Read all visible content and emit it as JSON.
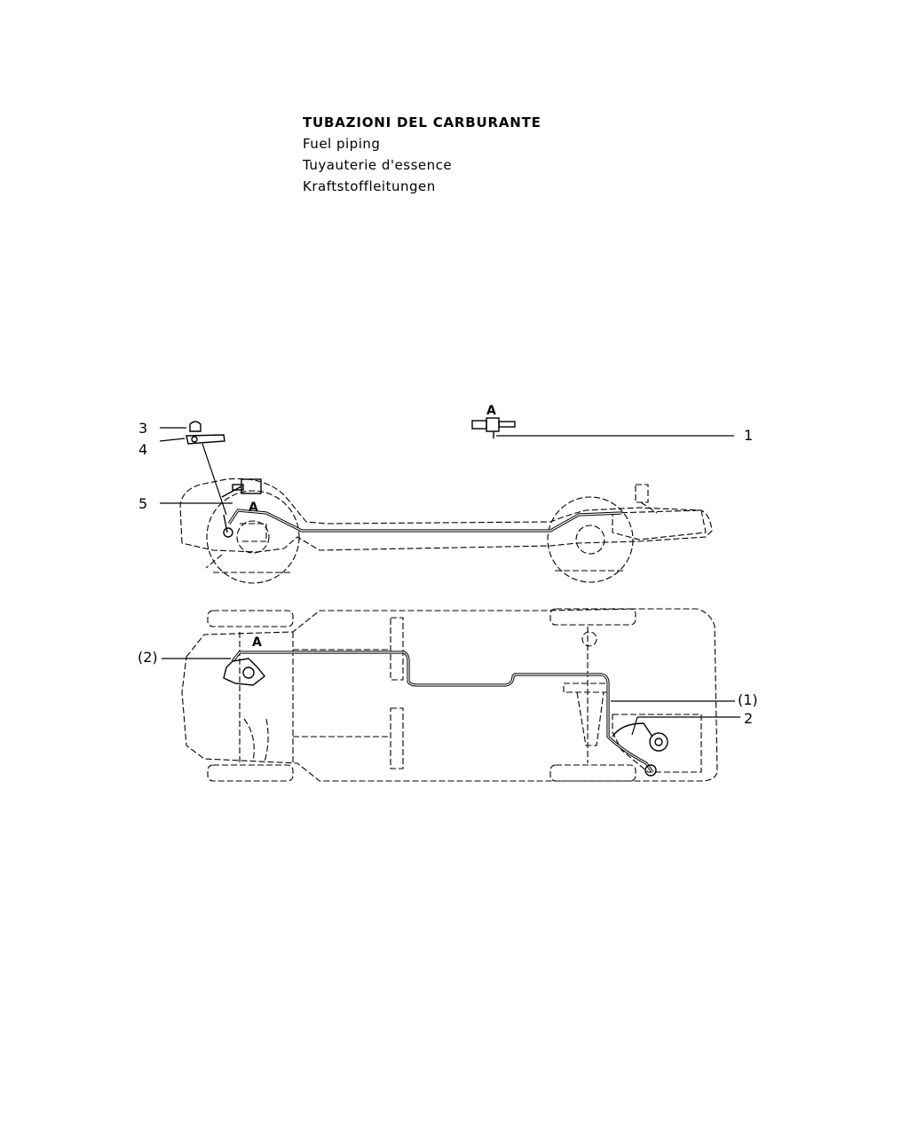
{
  "title": {
    "italian": "TUBAZIONI DEL CARBURANTE",
    "english": "Fuel piping",
    "french": "Tuyauterie d'essence",
    "german": "Kraftstoffleitungen"
  },
  "callouts": {
    "c1": "1",
    "c2": "2",
    "c3": "3",
    "c4": "4",
    "c5": "5",
    "c1_top": "(1)",
    "c2_top": "(2)"
  },
  "detail_marks": {
    "detail_label": "A",
    "side_view_mark": "A",
    "top_view_mark": "A"
  }
}
